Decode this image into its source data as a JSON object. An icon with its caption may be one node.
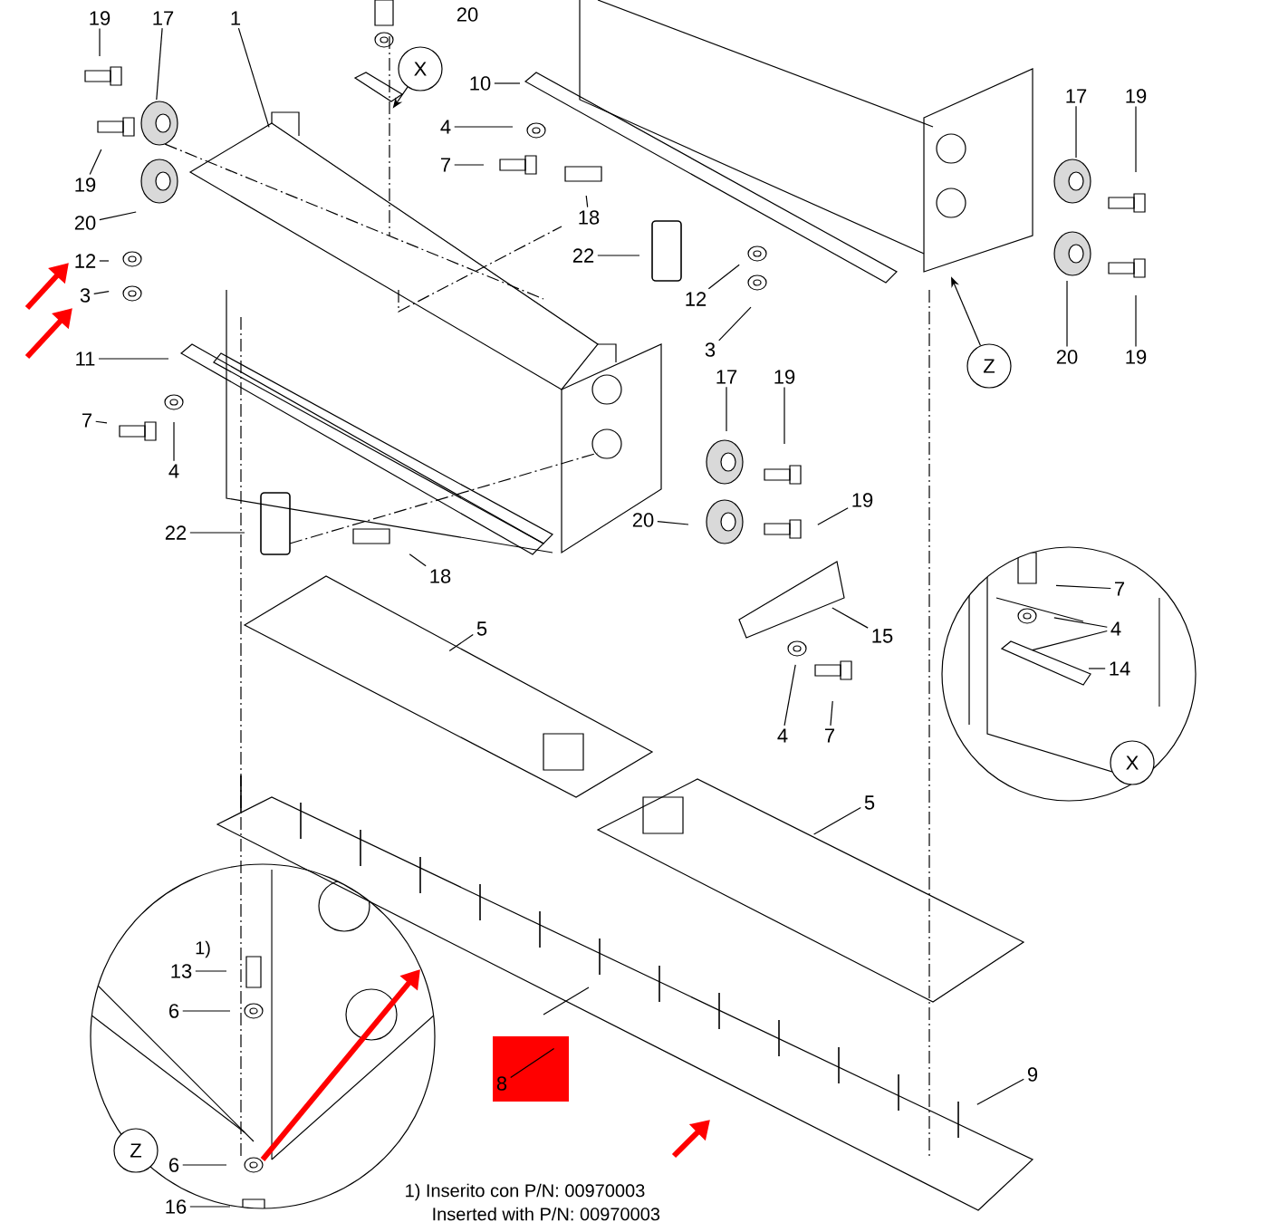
{
  "diagram": {
    "nodes": [
      {
        "text": [
          "19"
        ]
      },
      {
        "text": [
          "17"
        ]
      },
      {
        "text": [
          "1"
        ]
      },
      {
        "text": [
          "20"
        ]
      },
      {
        "text": [
          "X"
        ]
      },
      {
        "text": [
          "10"
        ]
      },
      {
        "text": [
          "4"
        ]
      },
      {
        "text": [
          "7"
        ]
      },
      {
        "text": [
          "19"
        ]
      },
      {
        "text": [
          "20"
        ]
      },
      {
        "text": [
          "18"
        ]
      },
      {
        "text": [
          "22"
        ]
      },
      {
        "text": [
          "12"
        ]
      },
      {
        "text": [
          "3"
        ]
      },
      {
        "text": [
          "11"
        ]
      },
      {
        "text": [
          "7"
        ]
      },
      {
        "text": [
          "4"
        ]
      },
      {
        "text": [
          "22"
        ]
      },
      {
        "text": [
          "18"
        ]
      },
      {
        "text": [
          "12"
        ]
      },
      {
        "text": [
          "3"
        ]
      },
      {
        "text": [
          "17"
        ]
      },
      {
        "text": [
          "19"
        ]
      },
      {
        "text": [
          "20"
        ]
      },
      {
        "text": [
          "19"
        ]
      },
      {
        "text": [
          "Z"
        ]
      },
      {
        "text": [
          "17"
        ]
      },
      {
        "text": [
          "19"
        ]
      },
      {
        "text": [
          "19"
        ]
      },
      {
        "text": [
          "20"
        ]
      },
      {
        "text": [
          "15"
        ]
      },
      {
        "text": [
          "5"
        ]
      },
      {
        "text": [
          "7"
        ]
      },
      {
        "text": [
          "4"
        ]
      },
      {
        "text": [
          "14"
        ]
      },
      {
        "text": [
          "4"
        ]
      },
      {
        "text": [
          "7"
        ]
      },
      {
        "text": [
          "X"
        ]
      },
      {
        "text": [
          "5"
        ]
      },
      {
        "text": [
          "13"
        ]
      },
      {
        "text": [
          "6"
        ]
      },
      {
        "text": [
          "8"
        ]
      },
      {
        "text": [
          "9"
        ]
      },
      {
        "text": [
          "6"
        ]
      },
      {
        "text": [
          "Z"
        ]
      },
      {
        "text": [
          "16"
        ]
      }
    ],
    "edges": [
      {
        "from": 0,
        "to": null,
        "arrow": "none"
      },
      {
        "from": 1,
        "to": null,
        "arrow": "none"
      },
      {
        "from": 2,
        "to": null,
        "arrow": "none"
      },
      {
        "from": 4,
        "to": null,
        "arrow": "to"
      },
      {
        "from": 5,
        "to": null,
        "arrow": "none"
      },
      {
        "from": 6,
        "to": null,
        "arrow": "none"
      },
      {
        "from": 7,
        "to": null,
        "arrow": "none"
      },
      {
        "from": 8,
        "to": null,
        "arrow": "none"
      },
      {
        "from": 9,
        "to": null,
        "arrow": "none"
      },
      {
        "from": 10,
        "to": null,
        "arrow": "none"
      },
      {
        "from": 11,
        "to": null,
        "arrow": "none"
      },
      {
        "from": 12,
        "to": null,
        "arrow": "none"
      },
      {
        "from": 13,
        "to": null,
        "arrow": "none"
      },
      {
        "from": 14,
        "to": null,
        "arrow": "none"
      },
      {
        "from": 15,
        "to": null,
        "arrow": "none"
      },
      {
        "from": 16,
        "to": null,
        "arrow": "none"
      },
      {
        "from": 17,
        "to": null,
        "arrow": "none"
      },
      {
        "from": 18,
        "to": null,
        "arrow": "none"
      },
      {
        "from": 19,
        "to": null,
        "arrow": "none"
      },
      {
        "from": 20,
        "to": null,
        "arrow": "none"
      },
      {
        "from": 21,
        "to": null,
        "arrow": "none"
      },
      {
        "from": 22,
        "to": null,
        "arrow": "none"
      },
      {
        "from": 23,
        "to": null,
        "arrow": "none"
      },
      {
        "from": 24,
        "to": null,
        "arrow": "none"
      },
      {
        "from": 25,
        "to": null,
        "arrow": "to"
      },
      {
        "from": 26,
        "to": null,
        "arrow": "none"
      },
      {
        "from": 27,
        "to": null,
        "arrow": "none"
      },
      {
        "from": 28,
        "to": null,
        "arrow": "none"
      },
      {
        "from": 29,
        "to": null,
        "arrow": "none"
      },
      {
        "from": 30,
        "to": null,
        "arrow": "none"
      },
      {
        "from": 31,
        "to": null,
        "arrow": "none"
      },
      {
        "from": 32,
        "to": null,
        "arrow": "none"
      },
      {
        "from": 33,
        "to": null,
        "arrow": "none"
      },
      {
        "from": 33,
        "to": null,
        "arrow": "none"
      },
      {
        "from": 34,
        "to": null,
        "arrow": "none"
      },
      {
        "from": 35,
        "to": null,
        "arrow": "none"
      },
      {
        "from": 36,
        "to": null,
        "arrow": "none"
      },
      {
        "from": 38,
        "to": null,
        "arrow": "none"
      },
      {
        "from": 39,
        "to": null,
        "arrow": "none"
      },
      {
        "from": 40,
        "to": null,
        "arrow": "none"
      },
      {
        "from": 41,
        "to": null,
        "arrow": "none"
      },
      {
        "from": 42,
        "to": null,
        "arrow": "none"
      },
      {
        "from": 43,
        "to": null,
        "arrow": "none"
      },
      {
        "from": 45,
        "to": null,
        "arrow": "none"
      }
    ],
    "labels": [
      "1)",
      "1) Inserito con P/N: 00970003",
      "Inserted with P/N: 00970003"
    ]
  }
}
